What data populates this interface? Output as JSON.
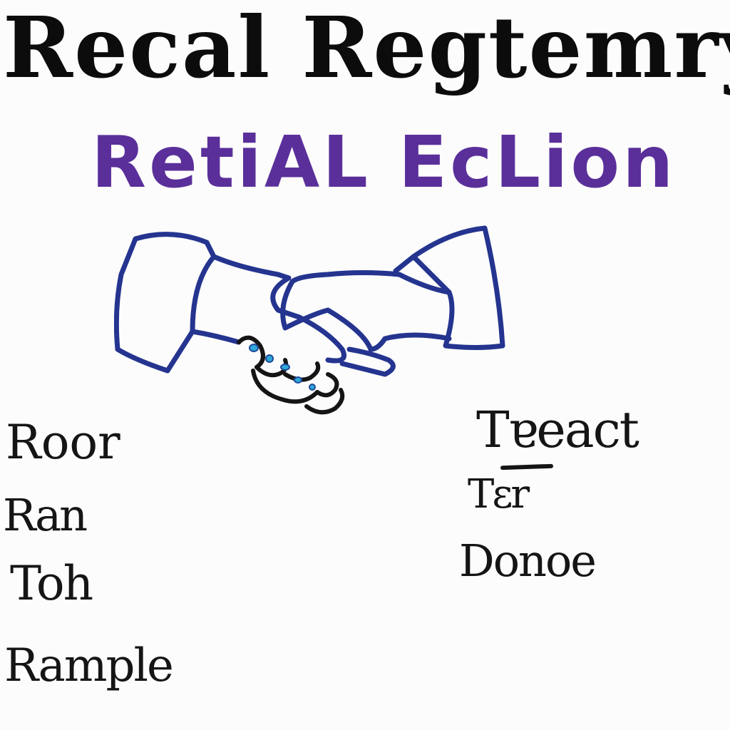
{
  "title": "Recal Regtemry",
  "subtitle": "RetiAL EcLion",
  "illustration": {
    "icon": "handshake-icon",
    "outline_color": "#24348f",
    "accent_color": "#2fa8d8"
  },
  "left_words": [
    "Roor",
    "Ran",
    "Toh",
    "Rample"
  ],
  "right_words": [
    "Tɐeact",
    "Tɛr",
    "Donoe"
  ],
  "colors": {
    "title": "#0c0c0c",
    "subtitle": "#5a2f9a",
    "text": "#151515",
    "background": "#fcfcfc"
  }
}
